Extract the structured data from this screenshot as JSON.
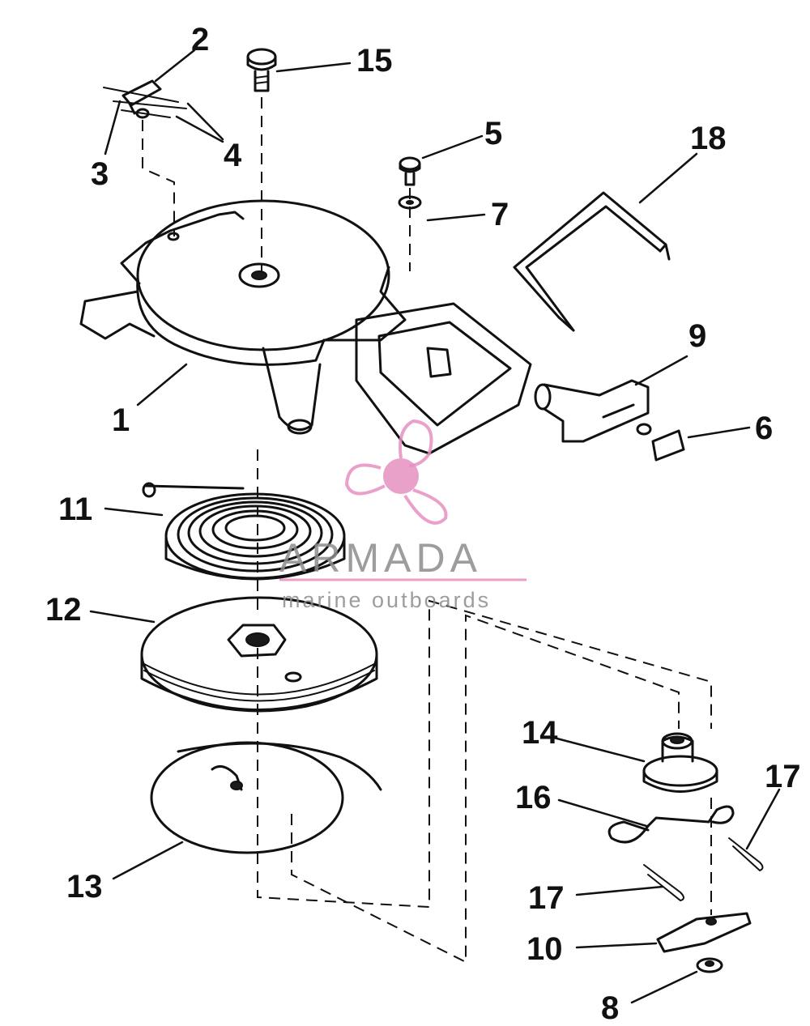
{
  "callouts": {
    "p1": "1",
    "p2": "2",
    "p3": "3",
    "p4": "4",
    "p5": "5",
    "p6": "6",
    "p7": "7",
    "p8": "8",
    "p9": "9",
    "p10": "10",
    "p11": "11",
    "p12": "12",
    "p13": "13",
    "p14": "14",
    "p15": "15",
    "p16": "16",
    "p17a": "17",
    "p17b": "17",
    "p18": "18"
  },
  "watermark": {
    "brand": "ARMADA",
    "tagline": "marine outboards",
    "logo_color": "#e58fbf"
  }
}
